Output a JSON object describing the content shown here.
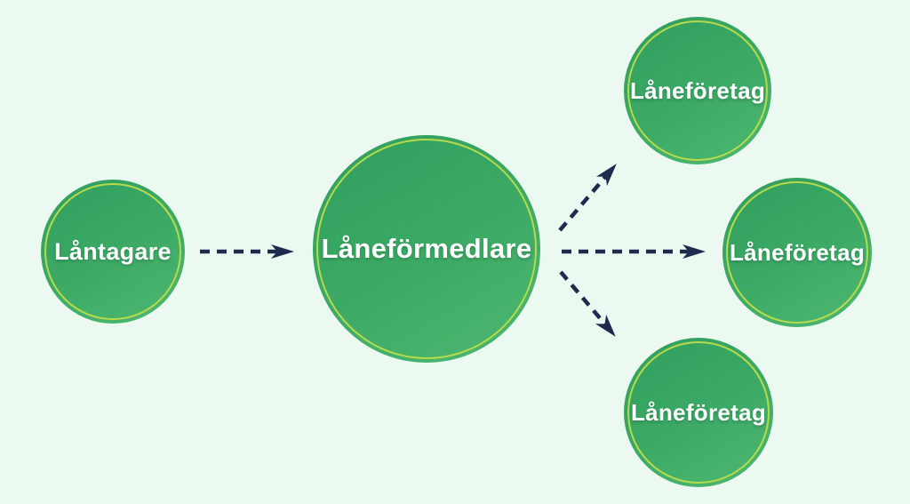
{
  "diagram": {
    "title": "loan-broker-flow",
    "background_color": "#ebf9f1",
    "node_fill_gradient": [
      "#2f9e5e",
      "#4db872"
    ],
    "node_ring_color": "#b5da4b",
    "arrow_color": "#1f2b4e",
    "label_color": "#ffffff",
    "nodes": [
      {
        "id": "borrower",
        "label": "Låntagare"
      },
      {
        "id": "broker",
        "label": "Låneförmedlare"
      },
      {
        "id": "lender-top",
        "label": "Låneföretag"
      },
      {
        "id": "lender-middle",
        "label": "Låneföretag"
      },
      {
        "id": "lender-bottom",
        "label": "Låneföretag"
      }
    ],
    "edges": [
      {
        "from": "borrower",
        "to": "broker",
        "style": "dashed-arrow"
      },
      {
        "from": "broker",
        "to": "lender-top",
        "style": "dashed-arrow"
      },
      {
        "from": "broker",
        "to": "lender-middle",
        "style": "dashed-arrow"
      },
      {
        "from": "broker",
        "to": "lender-bottom",
        "style": "dashed-arrow"
      }
    ]
  }
}
